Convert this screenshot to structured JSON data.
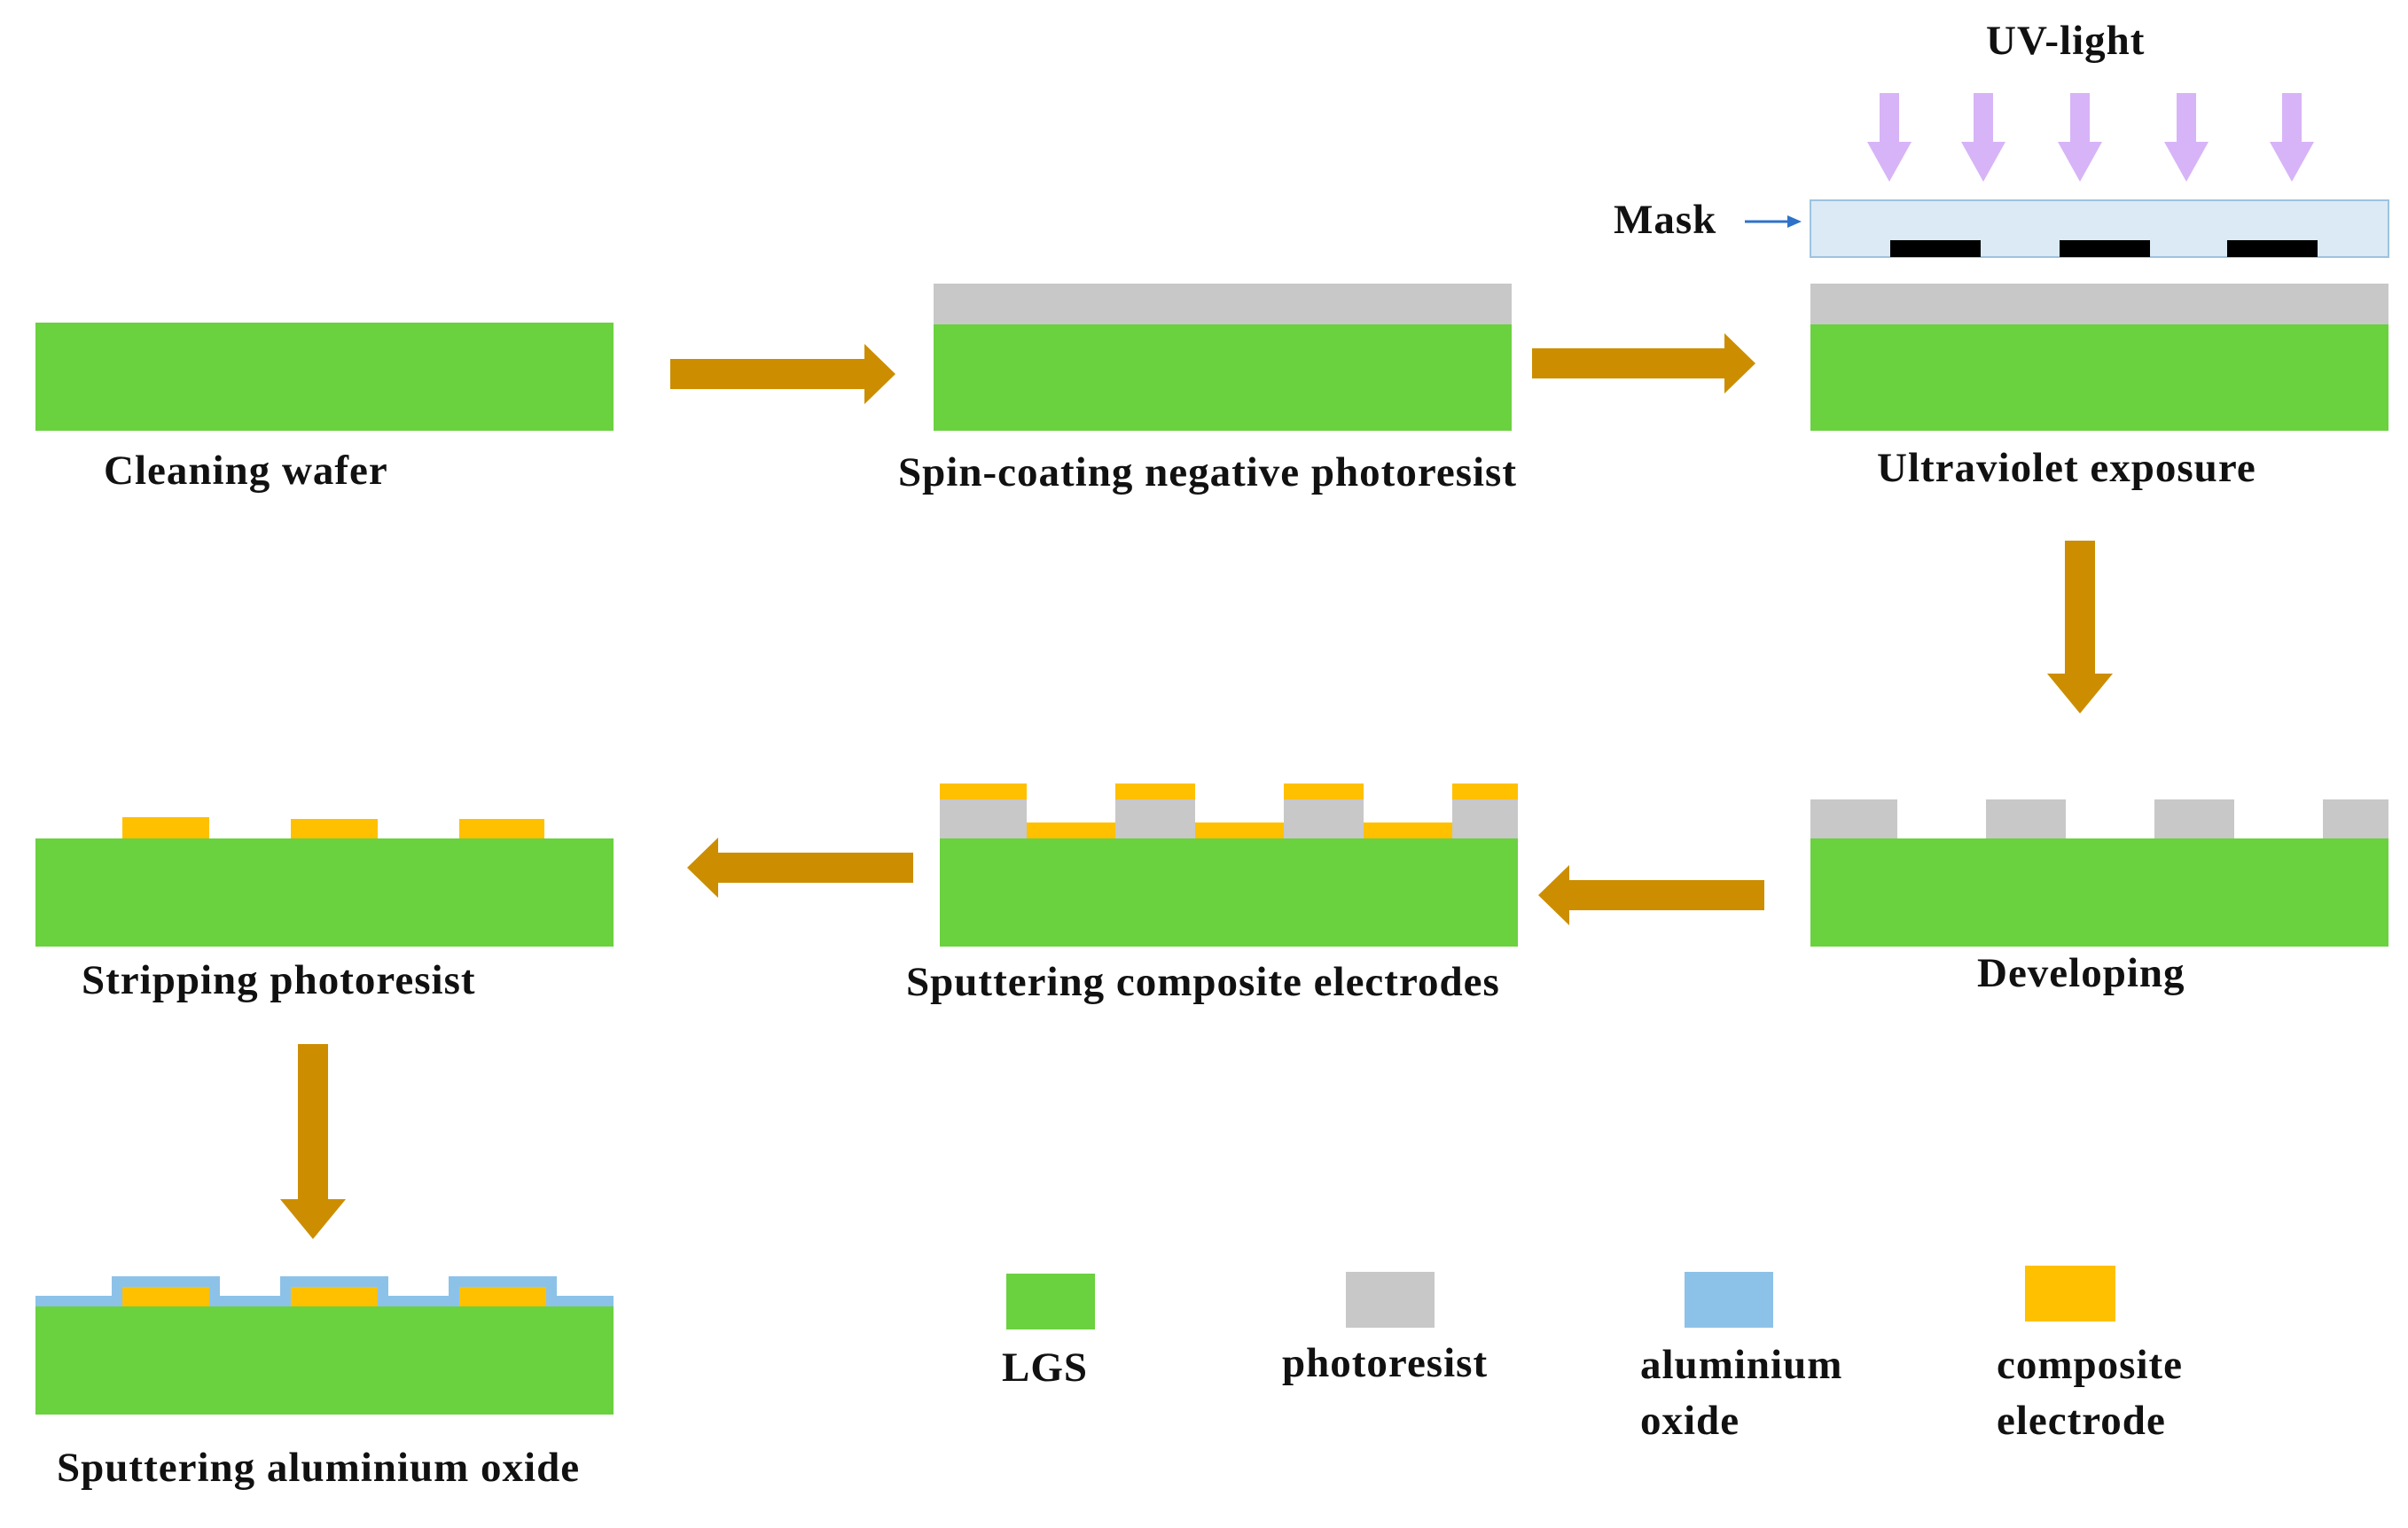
{
  "colors": {
    "lgs": "#6ad13f",
    "photoresist": "#c8c8c8",
    "aluminium_oxide": "#8cc2e8",
    "composite_electrode": "#ffc000",
    "process_arrow": "#cc8e00",
    "uv_arrow": "#d7b4f7",
    "mask_glass": "#dbeaf5",
    "mask_pattern": "#000000",
    "mask_pointer": "#2d72c8"
  },
  "steps": {
    "cleaning": "Cleaning wafer",
    "spin_coating": "Spin-coating negative photoresist",
    "uv_exposure": "Ultraviolet exposure",
    "developing": "Developing",
    "sputtering_electrodes": "Sputtering composite electrodes",
    "stripping": "Stripping photoresist",
    "sputtering_oxide": "Sputtering aluminium oxide"
  },
  "annotations": {
    "uv_light": "UV-light",
    "mask": "Mask"
  },
  "legend": {
    "lgs": "LGS",
    "photoresist": "photoresist",
    "aluminium_oxide_line1": "aluminium",
    "aluminium_oxide_line2": "oxide",
    "composite_electrode_line1": "composite",
    "composite_electrode_line2": "electrode"
  }
}
